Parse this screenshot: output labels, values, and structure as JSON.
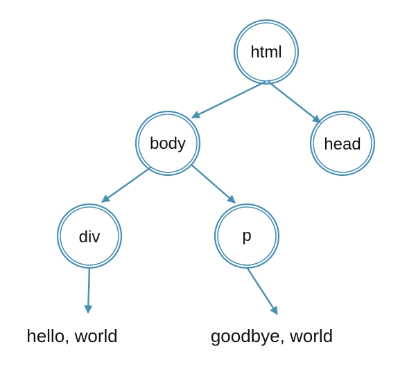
{
  "colors": {
    "stroke": "#4a8fb0",
    "text": "#111111",
    "background": "#ffffff"
  },
  "nodes": {
    "html": {
      "label": "html"
    },
    "body": {
      "label": "body"
    },
    "head": {
      "label": "head"
    },
    "div": {
      "label": "div"
    },
    "p": {
      "label": "p"
    }
  },
  "leaves": {
    "div_text": {
      "label": "hello, world"
    },
    "p_text": {
      "label": "goodbye, world"
    }
  },
  "edges": [
    {
      "from": "html",
      "to": "body"
    },
    {
      "from": "html",
      "to": "head"
    },
    {
      "from": "body",
      "to": "div"
    },
    {
      "from": "body",
      "to": "p"
    },
    {
      "from": "div",
      "to": "div_text"
    },
    {
      "from": "p",
      "to": "p_text"
    }
  ]
}
